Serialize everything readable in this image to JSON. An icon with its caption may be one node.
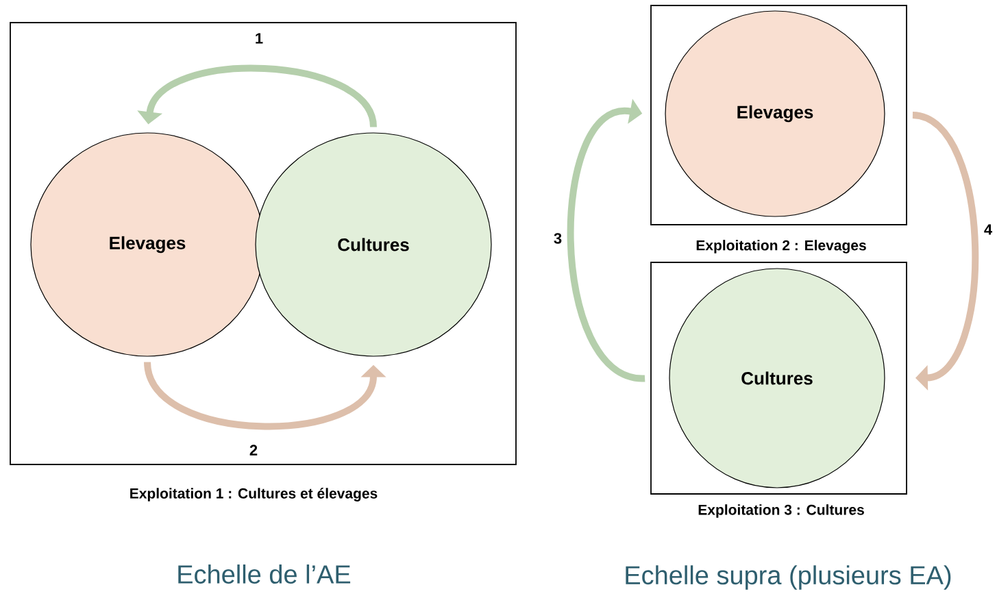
{
  "diagram": {
    "nodes": [
      {
        "text": [
          "Exploitation 1 : Cultures et élevages"
        ]
      },
      {
        "text": [
          "Elevages"
        ],
        "in": 0
      },
      {
        "text": [
          "Cultures"
        ],
        "in": 0
      },
      {
        "text": [
          "Exploitation 2 : Elevages"
        ]
      },
      {
        "text": [
          "Elevages"
        ],
        "in": 3
      },
      {
        "text": [
          "Exploitation 3 : Cultures"
        ]
      },
      {
        "text": [
          "Cultures"
        ],
        "in": 5
      }
    ],
    "edges": [
      {
        "from": 2,
        "to": 1,
        "arrow": "to",
        "label": "1",
        "color": "#b5cfac"
      },
      {
        "from": 1,
        "to": 2,
        "arrow": "to",
        "label": "2",
        "color": "#ddbfab"
      },
      {
        "from": 5,
        "to": 3,
        "arrow": "to",
        "label": "3",
        "color": "#b5cfac"
      },
      {
        "from": 3,
        "to": 5,
        "arrow": "to",
        "label": "4",
        "color": "#ddbfab"
      }
    ],
    "labels": [
      "Echelle de l’AE",
      "Echelle supra (plusieurs EA)"
    ]
  }
}
